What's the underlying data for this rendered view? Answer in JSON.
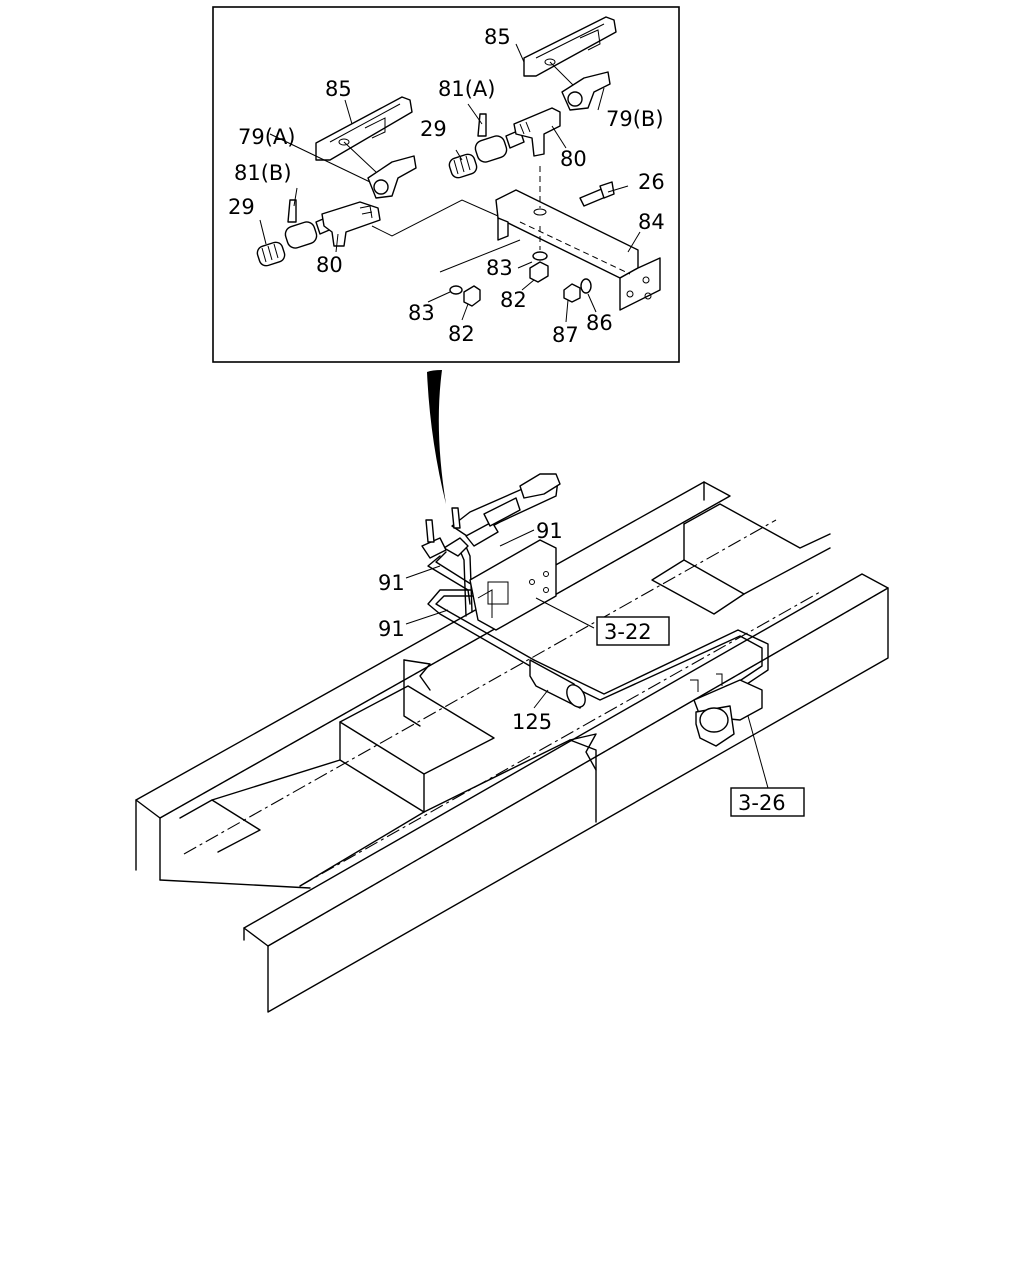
{
  "callouts": {
    "c85a": "85",
    "c85b": "85",
    "c81A": "81(A)",
    "c79A": "79(A)",
    "c29a": "29",
    "c79B": "79(B)",
    "c80a": "80",
    "c81B": "81(B)",
    "c29b": "29",
    "c26": "26",
    "c84": "84",
    "c80b": "80",
    "c83a": "83",
    "c82a": "82",
    "c83b": "83",
    "c82b": "82",
    "c87": "87",
    "c86": "86",
    "c91a": "91",
    "c91b": "91",
    "c91c": "91",
    "c125": "125"
  },
  "references": {
    "r322": "3-22",
    "r326": "3-26"
  }
}
